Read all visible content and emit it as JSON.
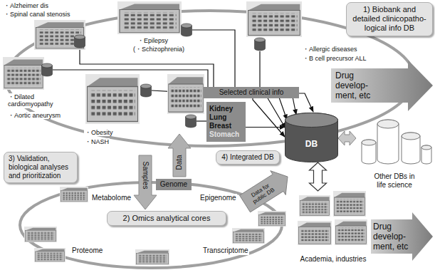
{
  "diagram": {
    "nodes": [
      {
        "text": [
          "1) Biobank and detailed clinicopatho- logical info DB"
        ]
      },
      {
        "text": [
          "Drug develop- ment, etc"
        ]
      },
      {
        "text": [
          "Selected clinical info"
        ]
      },
      {
        "text": [
          "Kidney Lung Breast",
          "Stomach"
        ]
      },
      {
        "text": [
          "4) Integrated DB"
        ]
      },
      {
        "text": [
          "DB"
        ]
      },
      {
        "text": [
          "Other DBs in life science"
        ]
      },
      {
        "text": [
          "3) Validation, biological analyses and prioritization"
        ]
      },
      {
        "text": [
          "Samples"
        ]
      },
      {
        "text": [
          "Data"
        ]
      },
      {
        "text": [
          "Data for public DB"
        ]
      },
      {
        "text": [
          "Genome"
        ]
      },
      {
        "text": [
          "2) Omics analytical cores"
        ]
      },
      {
        "text": [
          "Academia, industries"
        ]
      },
      {
        "text": [
          "Drug develop- ment, etc"
        ]
      }
    ],
    "edges": [
      {
        "from": 3,
        "to": 5,
        "arrow": "to"
      },
      {
        "from": 5,
        "to": 6,
        "arrow": "both"
      },
      {
        "from": 5,
        "to": 13,
        "arrow": "both"
      }
    ],
    "labels": [
      "・Alzheimer dis",
      "・Spinal canal stenosis",
      "・Epilepsy",
      "(・Schizophrenia)",
      "・Allergic diseases",
      "・B cell precursor ALL",
      "・Dilated cardiomyopathy",
      "・Aortic aneurysm",
      "・Obesity",
      "・NASH",
      "Metabolome",
      "Epigenome",
      "Proteome",
      "Transcriptome"
    ]
  }
}
